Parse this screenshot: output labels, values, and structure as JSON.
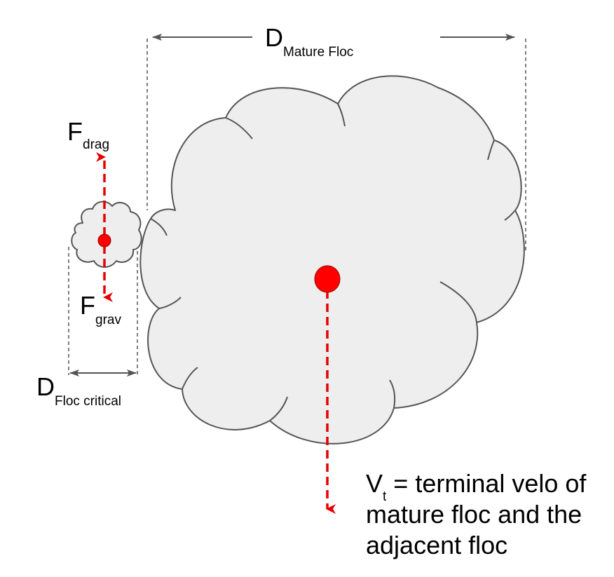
{
  "diagram": {
    "mature_floc_label": {
      "main": "D",
      "sub": "Mature Floc"
    },
    "critical_floc_label": {
      "main": "D",
      "sub": "Floc critical"
    },
    "drag_force_label": {
      "main": "F",
      "sub": "drag"
    },
    "gravity_force_label": {
      "main": "F",
      "sub": "grav"
    },
    "terminal_velocity": {
      "symbol": "V",
      "sub": "t",
      "line1_rest": " = terminal velo of",
      "line2": "mature floc and the",
      "line3": "adjacent floc"
    }
  },
  "colors": {
    "floc_fill": "#eeeeee",
    "floc_stroke": "#555555",
    "force_arrow": "#e60000",
    "center_dot": "#ff0000",
    "dimension_line": "#555555"
  }
}
